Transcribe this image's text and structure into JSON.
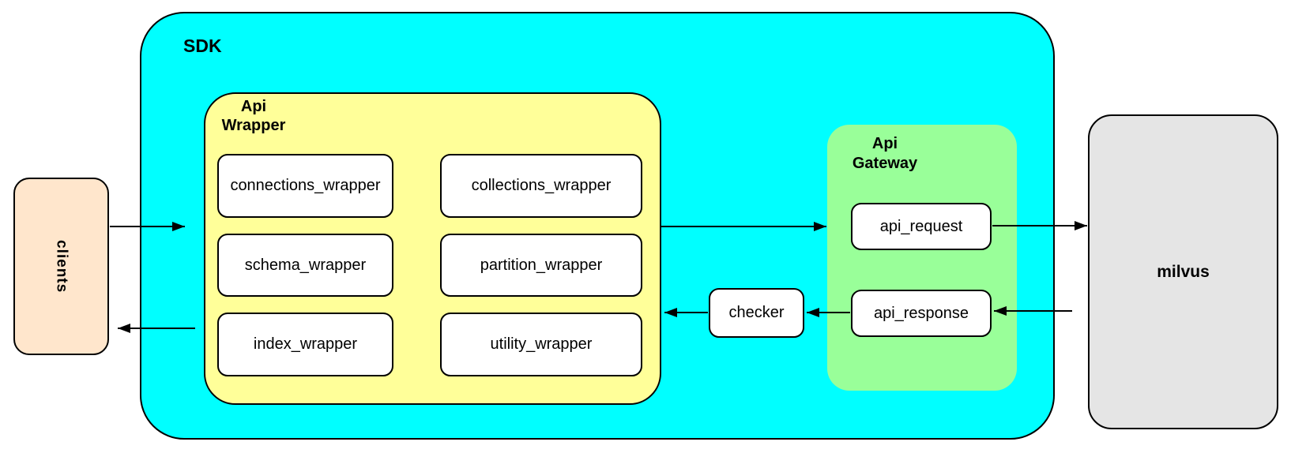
{
  "sdk": {
    "label": "SDK"
  },
  "api_wrapper": {
    "label": [
      "Api",
      "Wrapper"
    ],
    "modules": [
      "connections_wrapper",
      "collections_wrapper",
      "schema_wrapper",
      "partition_wrapper",
      "index_wrapper",
      "utility_wrapper"
    ]
  },
  "checker": {
    "label": "checker"
  },
  "api_gateway": {
    "label": [
      "Api",
      "Gateway"
    ],
    "request_label": "api_request",
    "response_label": "api_response"
  },
  "clients": {
    "label": "clients"
  },
  "milvus": {
    "label": "milvus"
  },
  "colors": {
    "sdk_fill": "#00FFFF",
    "wrapper_fill": "#FFFF99",
    "gateway_fill": "#99FF99",
    "clients_fill": "#FFE6CC",
    "milvus_fill": "#E5E5E5",
    "module_fill": "#FFFFFF",
    "stroke": "#000000"
  }
}
